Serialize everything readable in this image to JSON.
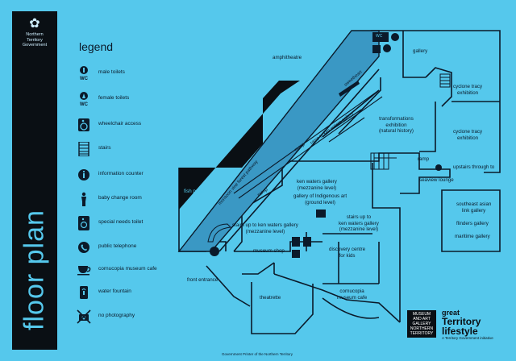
{
  "title": "floor plan",
  "org": {
    "name": "Northern Territory Government",
    "line1": "Northern",
    "line2": "Territory",
    "line3": "Government"
  },
  "legend": {
    "heading": "legend",
    "items": [
      {
        "icon": "male-toilet-icon",
        "label": "male toilets"
      },
      {
        "icon": "female-toilet-icon",
        "label": "female toilets"
      },
      {
        "icon": "wheelchair-icon",
        "label": "wheelchair access"
      },
      {
        "icon": "stairs-icon",
        "label": "stairs"
      },
      {
        "icon": "information-icon",
        "label": "information counter"
      },
      {
        "icon": "baby-change-icon",
        "label": "baby change room"
      },
      {
        "icon": "special-needs-toilet-icon",
        "label": "special needs toilet"
      },
      {
        "icon": "telephone-icon",
        "label": "public telephone"
      },
      {
        "icon": "cafe-cup-icon",
        "label": "cornucopia museum cafe"
      },
      {
        "icon": "water-fountain-icon",
        "label": "water fountain"
      },
      {
        "icon": "no-photography-icon",
        "label": "no photography"
      }
    ]
  },
  "map": {
    "amphitheatre": "amphitheatre",
    "gallery": "gallery",
    "cyclone_exhibition": [
      "cyclone tracy",
      "exhibition"
    ],
    "cyclone_lounge": [
      "cyclone tracy",
      "exhibition"
    ],
    "transformations": [
      "transformations",
      "exhibition",
      "(natural history)"
    ],
    "sweetheart": "sweetheart",
    "ramp_to_ken_waters": "ramp to ken waters gallery",
    "ramp": "ramp",
    "ramp2": "ramp",
    "ramp3": "ramp",
    "monsoon_pathway": "monsoon vine forest pathway",
    "fish_pond": "fish pond",
    "ken_waters_mezz": [
      "ken waters gallery",
      "(mezzanine level)"
    ],
    "indigenous_art": [
      "gallery of Indigenous art",
      "(ground level)"
    ],
    "stairs_up_right": [
      "stairs up to",
      "ken waters gallery",
      "(mezzanine level)"
    ],
    "stairs_up_left": [
      "stairs up to ken waters gallery",
      "(mezzanine level)"
    ],
    "upstairs": "upstairs through to",
    "seaview_lounge": "seaview lounge",
    "southeast_asia": [
      "southeast asian",
      "link gallery"
    ],
    "flinders": "flinders gallery",
    "maritime": "maritime gallery",
    "museum_shop": "museum shop",
    "discovery": [
      "discovery centre",
      "for kids"
    ],
    "front_entrance": "front entrance",
    "theatrette": "theatrette",
    "cornucopia": [
      "cornucopia",
      "museum cafe"
    ],
    "wc": "WC"
  },
  "brand": {
    "museum_lines": [
      "MUSEUM",
      "AND ART",
      "GALLERY",
      "NORTHERN",
      "TERRITORY"
    ],
    "great": "great",
    "territory": "Territory",
    "lifestyle": "lifestyle",
    "tagline": "A Territory Government initiative"
  },
  "footer": "Government Printer of the Northern Territory",
  "colors": {
    "background": "#55c8ec",
    "sidebar": "#0a0f14",
    "path": "#3a98c4",
    "ink": "#0b1a2a"
  }
}
